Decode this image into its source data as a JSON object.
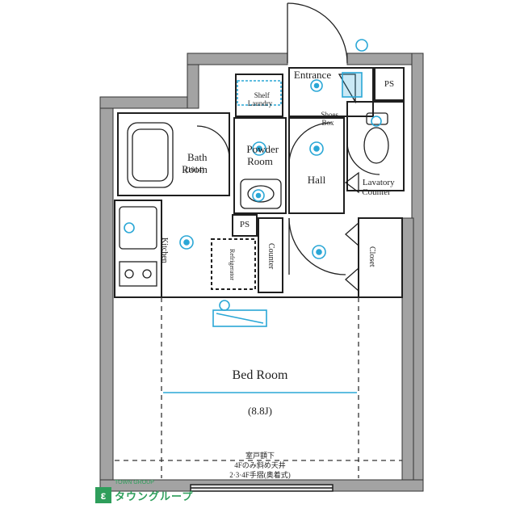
{
  "rooms": {
    "entrance": "Entrance",
    "ps_top": "PS",
    "shelf_laundry": "Shelf\nLaundry",
    "shoes_box": "Shoes\nBox",
    "bath_room": "Bath\nRoom",
    "bath_size": "(1014)",
    "powder_room": "Powder\nRoom",
    "hall": "Hall",
    "lavatory_counter": "Lavatory\nCounter",
    "kitchen": "Kitchen",
    "ps_mid": "PS",
    "counter": "Counter",
    "closet": "Closet",
    "refrigerator": "Refrigerator",
    "bed_room": "Bed Room",
    "bed_size": "(8.8J)"
  },
  "notes": {
    "line1": "室戸額下",
    "line2": "4Fのみ斜め天井",
    "line3": "2·3·4F手摺(奥着式)"
  },
  "logo": {
    "mark": "ε",
    "text": "タウングループ",
    "sub": "TOWN GROUP"
  },
  "colors": {
    "wall": "#9a9a9a",
    "line": "#1f1f1f",
    "accent": "#2aa7d6"
  }
}
